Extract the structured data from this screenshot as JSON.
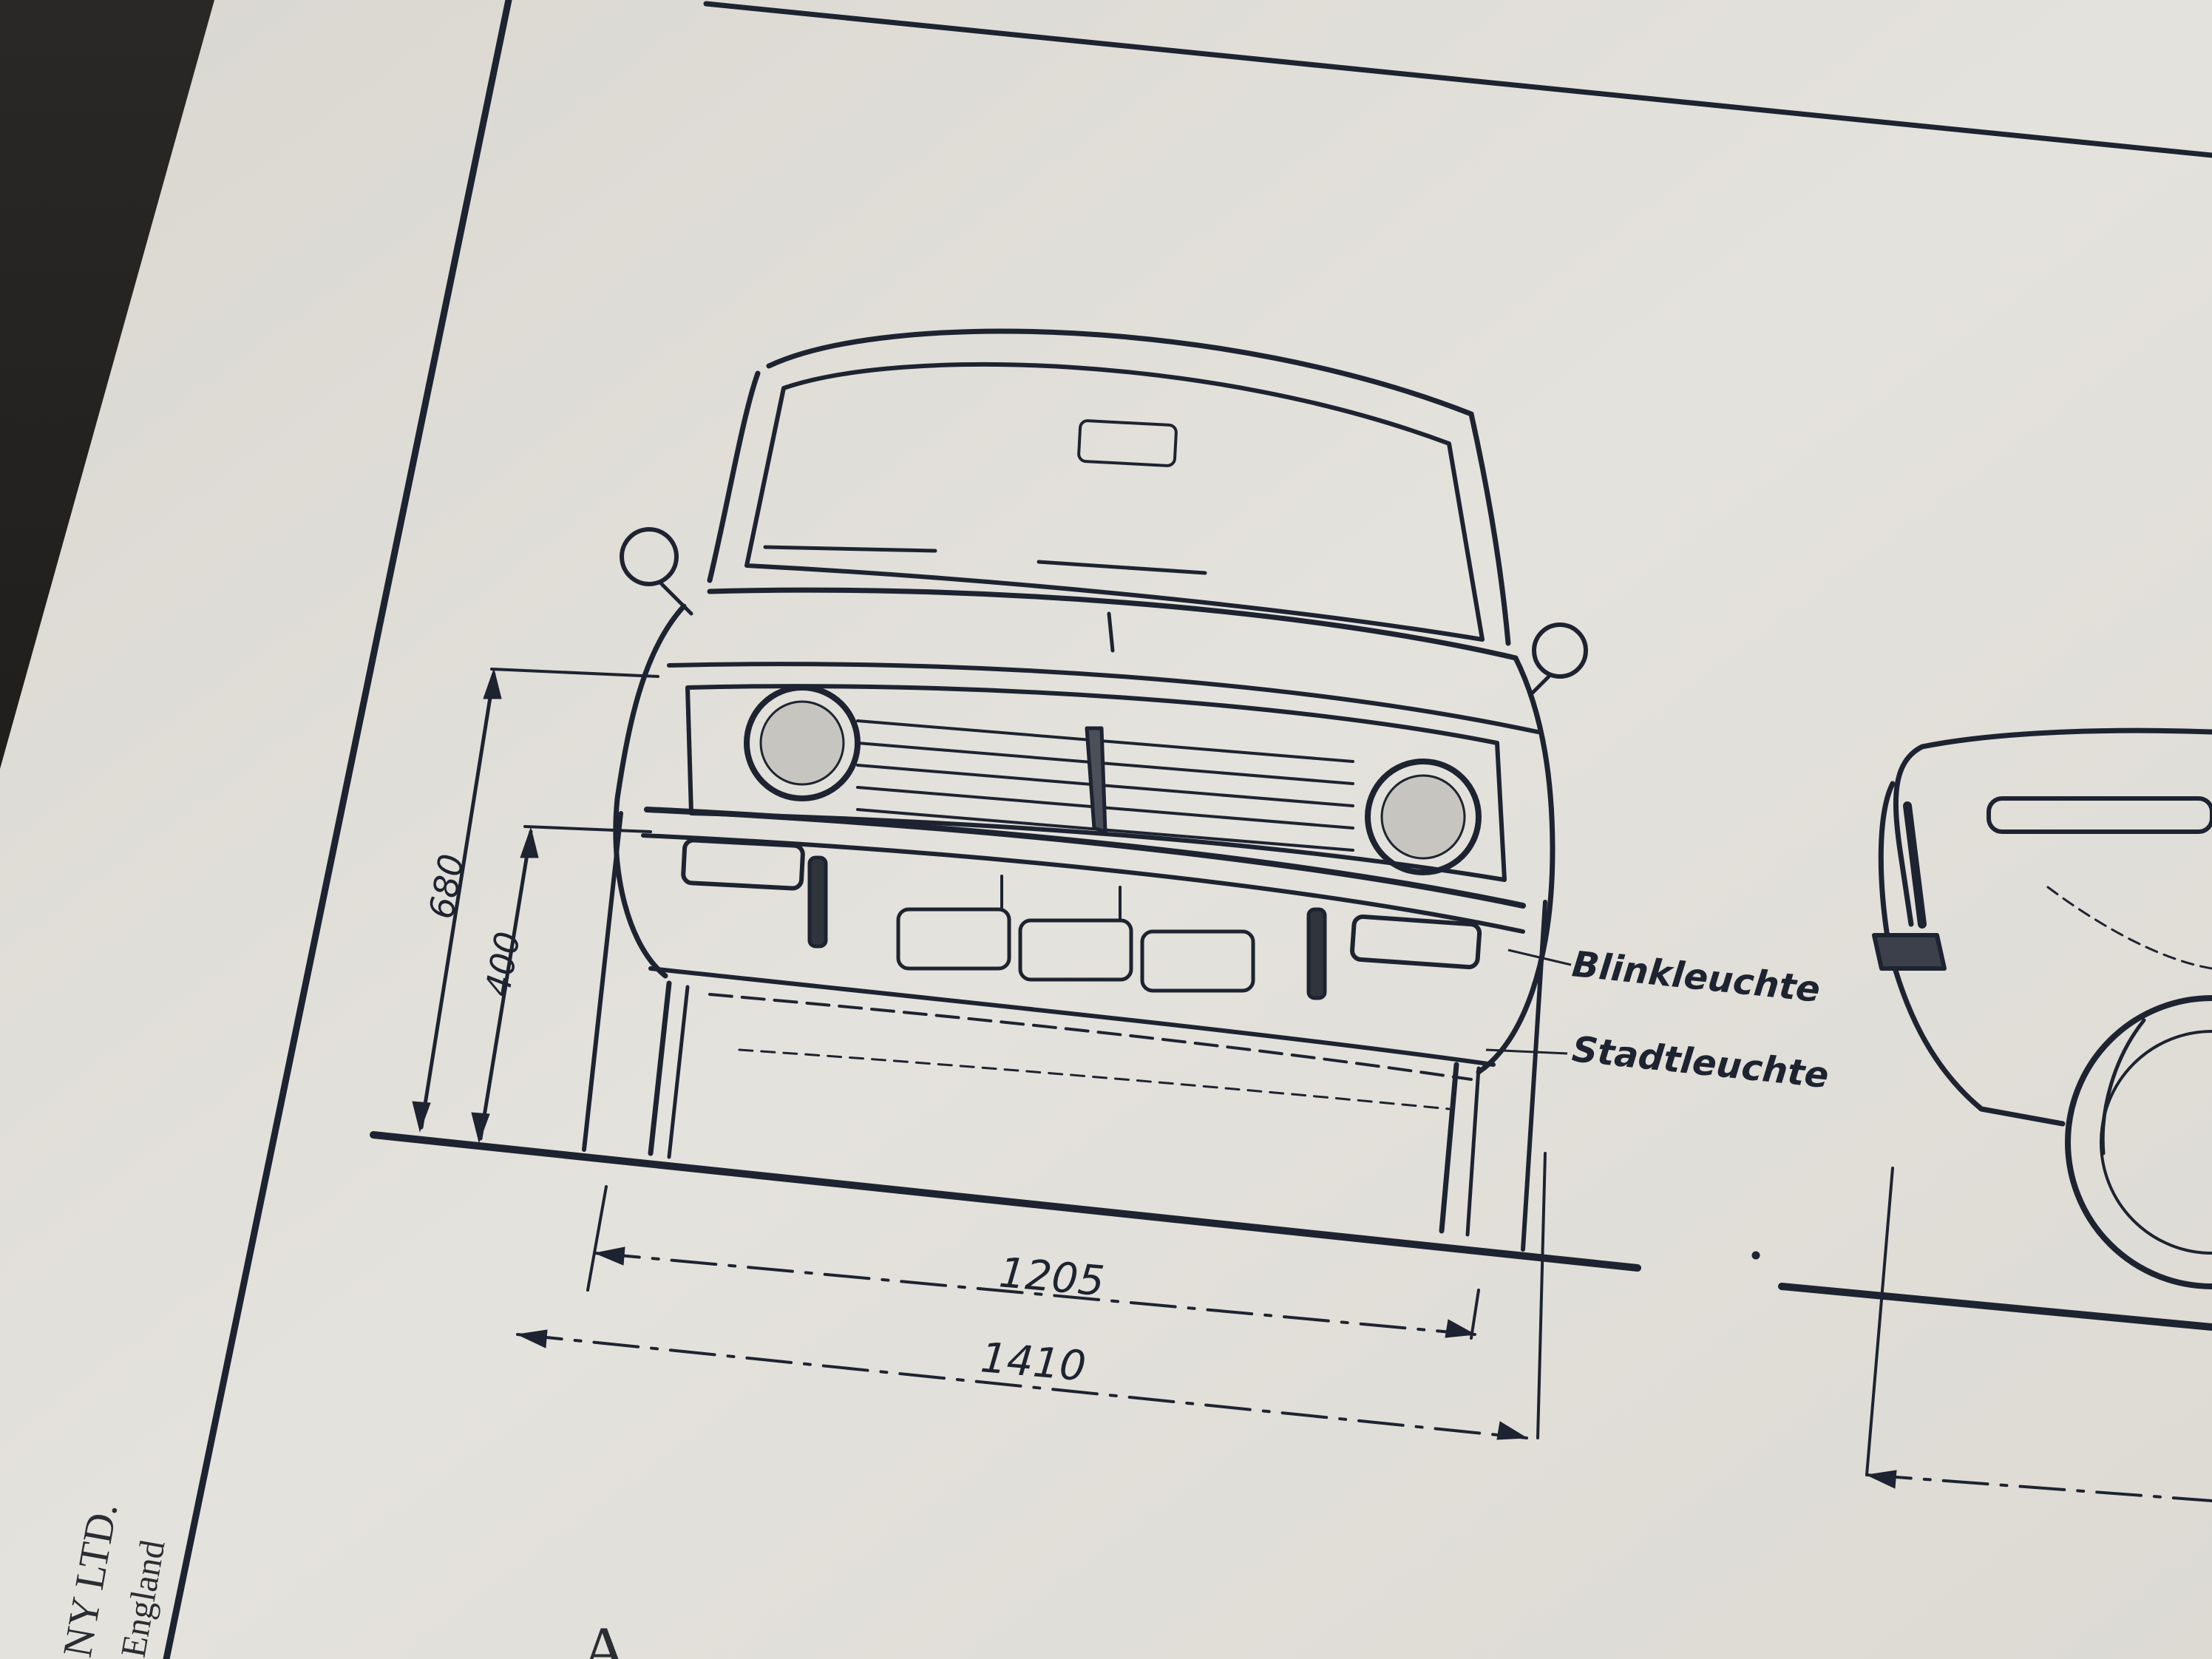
{
  "drawing": {
    "dimensions": {
      "height_overall": "680",
      "height_lower": "400",
      "track_width": "1205",
      "overall_width": "1410"
    },
    "callouts": {
      "indicator": "Blinkleuchte",
      "sidelight": "Stadtleuchte"
    },
    "maker": {
      "line1": "NY LTD.",
      "line2": "England"
    },
    "caption_fragment": "A"
  },
  "colors": {
    "paper": "#e1dfd9",
    "ink": "#1d2330",
    "table_surface": "#1c1b1a"
  }
}
